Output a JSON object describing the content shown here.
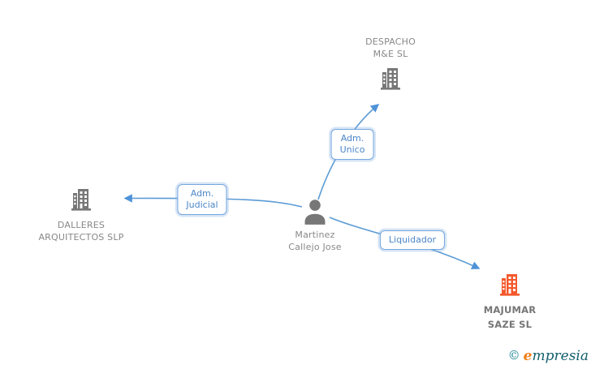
{
  "diagram": {
    "nodes": {
      "despacho": {
        "name_line1": "DESPACHO",
        "name_line2": "M&E SL",
        "icon": "building-icon",
        "color": "#777777"
      },
      "dalleres": {
        "name_line1": "DALLERES",
        "name_line2": "ARQUITECTOS SLP",
        "icon": "building-icon",
        "color": "#777777"
      },
      "martinez": {
        "name_line1": "Martinez",
        "name_line2": "Callejo Jose",
        "icon": "person-icon",
        "color": "#777777"
      },
      "majumar": {
        "name_line1": "MAJUMAR",
        "name_line2": "SAZE SL",
        "icon": "building-icon",
        "color": "#f4582b",
        "highlighted": true
      }
    },
    "edges": {
      "adm_unico": {
        "label_line1": "Adm.",
        "label_line2": "Unico",
        "from": "martinez",
        "to": "despacho"
      },
      "adm_judicial": {
        "label_line1": "Adm.",
        "label_line2": "Judicial",
        "from": "martinez",
        "to": "dalleres"
      },
      "liquidador": {
        "label_line1": "Liquidador",
        "from": "martinez",
        "to": "majumar"
      }
    },
    "colors": {
      "edge_blue": "#5b9bd5",
      "arrowhead_blue": "#4f93d8",
      "edge_label_text": "#4a86c8",
      "edge_label_border": "#74a7de",
      "node_text_gray": "#888888",
      "building_gray": "#777777",
      "building_orange": "#f4582b",
      "logo_teal": "#14606e",
      "logo_orange": "#ee7d18"
    }
  },
  "watermark": {
    "copyright": "©",
    "brand_initial": "e",
    "brand_rest": "mpresia"
  }
}
